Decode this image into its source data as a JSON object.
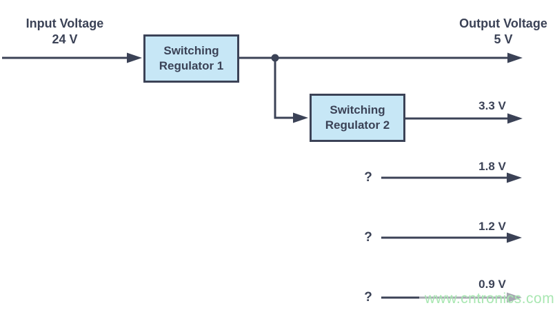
{
  "colors": {
    "line": "#3b4256",
    "text": "#3b4256",
    "box_fill": "#c7e7f6",
    "box_border": "#3b4256",
    "watermark": "#a9e7b2"
  },
  "input": {
    "title": "Input Voltage",
    "value": "24 V"
  },
  "output_header": {
    "title": "Output Voltage",
    "value": "5 V"
  },
  "regulators": [
    {
      "name": "Switching Regulator 1"
    },
    {
      "name": "Switching Regulator 2"
    }
  ],
  "unknown_marker": "?",
  "rails": [
    {
      "value": "3.3 V",
      "source": "Switching Regulator 2"
    },
    {
      "value": "1.8 V",
      "source": "?"
    },
    {
      "value": "1.2 V",
      "source": "?"
    },
    {
      "value": "0.9 V",
      "source": "?"
    }
  ],
  "watermark": "www.cntronics.com"
}
